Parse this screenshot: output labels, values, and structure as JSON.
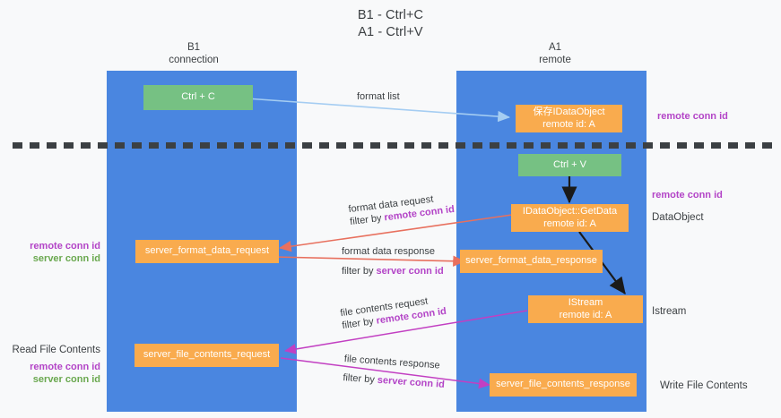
{
  "title": {
    "line1": "B1 - Ctrl+C",
    "line2": "A1 - Ctrl+V"
  },
  "columns": [
    {
      "name": "B1",
      "sub": "connection"
    },
    {
      "name": "A1",
      "sub": "remote"
    }
  ],
  "nodes": {
    "ctrl_c": {
      "label": "Ctrl + C"
    },
    "ctrl_v": {
      "label": "Ctrl + V"
    },
    "idataobject_store": {
      "line1": "保存IDataObject",
      "line2": "remote id: A"
    },
    "idataobject_getdata": {
      "line1": "IDataObject::GetData",
      "line2": "remote id: A"
    },
    "istream": {
      "line1": "IStream",
      "line2": "remote id: A"
    },
    "server_format_data_request": {
      "label": "server_format_data_request"
    },
    "server_format_data_response": {
      "label": "server_format_data_response"
    },
    "server_file_contents_request": {
      "label": "server_file_contents_request"
    },
    "server_file_contents_response": {
      "label": "server_file_contents_response"
    }
  },
  "edges": {
    "format_list": {
      "label": "format list"
    },
    "format_data_request": {
      "label": "format data request",
      "filter_prefix": "filter by ",
      "filter_key": "remote conn id"
    },
    "format_data_response": {
      "label": "format data response",
      "filter_prefix": "filter by ",
      "filter_key": "server conn id"
    },
    "file_contents_request": {
      "label": "file contents request",
      "filter_prefix": "filter by ",
      "filter_key": "remote conn id"
    },
    "file_contents_response": {
      "label": "file contents response",
      "filter_prefix": "filter by ",
      "filter_key": "server conn id"
    }
  },
  "annotations": {
    "right_remote_conn_id_top": "remote conn id",
    "right_remote_conn_id_mid": "remote conn id",
    "right_dataobject": "DataObject",
    "right_istream": "Istream",
    "right_write_file_contents": "Write File Contents",
    "left_remote_conn_id_mid": "remote conn id",
    "left_server_conn_id_mid": "server conn id",
    "left_read_file_contents": "Read File Contents",
    "left_remote_conn_id_bottom": "remote conn id",
    "left_server_conn_id_bottom": "server conn id"
  },
  "colors": {
    "lane": "#4a86e0",
    "node_green": "#76c183",
    "node_orange": "#f9ab4e",
    "remote_conn_id": "#b344c7",
    "server_conn_id": "#6aa84f",
    "arrow_blue": "#a5cdf2",
    "arrow_red": "#e8705e",
    "arrow_magenta": "#c23fc2",
    "arrow_black": "#1a1a1a",
    "background": "#f8f9fa"
  }
}
